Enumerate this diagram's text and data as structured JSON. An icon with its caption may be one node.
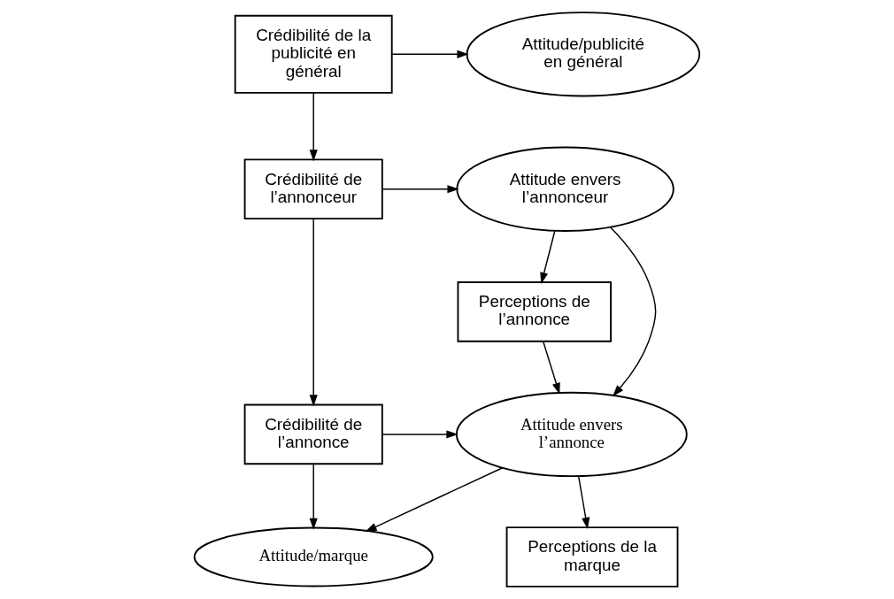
{
  "diagram": {
    "nodes": [
      {
        "text": [
          "Crédibilité de la publicité en général"
        ]
      },
      {
        "text": [
          "Attitude/publicité en général"
        ]
      },
      {
        "text": [
          "Crédibilité de l’annonceur"
        ]
      },
      {
        "text": [
          "Attitude envers l’annonceur"
        ]
      },
      {
        "text": [
          "Perceptions de l’annonce"
        ]
      },
      {
        "text": [
          "Crédibilité de l’annonce"
        ]
      },
      {
        "text": [
          "Attitude envers l’annonce"
        ]
      },
      {
        "text": [
          "Attitude/marque"
        ]
      },
      {
        "text": [
          "Perceptions de la marque"
        ]
      }
    ],
    "edges": [
      {
        "from": 0,
        "to": 1,
        "arrow": "to"
      },
      {
        "from": 0,
        "to": 2,
        "arrow": "to"
      },
      {
        "from": 2,
        "to": 3,
        "arrow": "to"
      },
      {
        "from": 3,
        "to": 4,
        "arrow": "to"
      },
      {
        "from": 3,
        "to": 6,
        "arrow": "to"
      },
      {
        "from": 2,
        "to": 5,
        "arrow": "to"
      },
      {
        "from": 4,
        "to": 6,
        "arrow": "to"
      },
      {
        "from": 5,
        "to": 6,
        "arrow": "to"
      },
      {
        "from": 5,
        "to": 7,
        "arrow": "to"
      },
      {
        "from": 6,
        "to": 7,
        "arrow": "to"
      },
      {
        "from": 6,
        "to": 8,
        "arrow": "to"
      }
    ]
  }
}
